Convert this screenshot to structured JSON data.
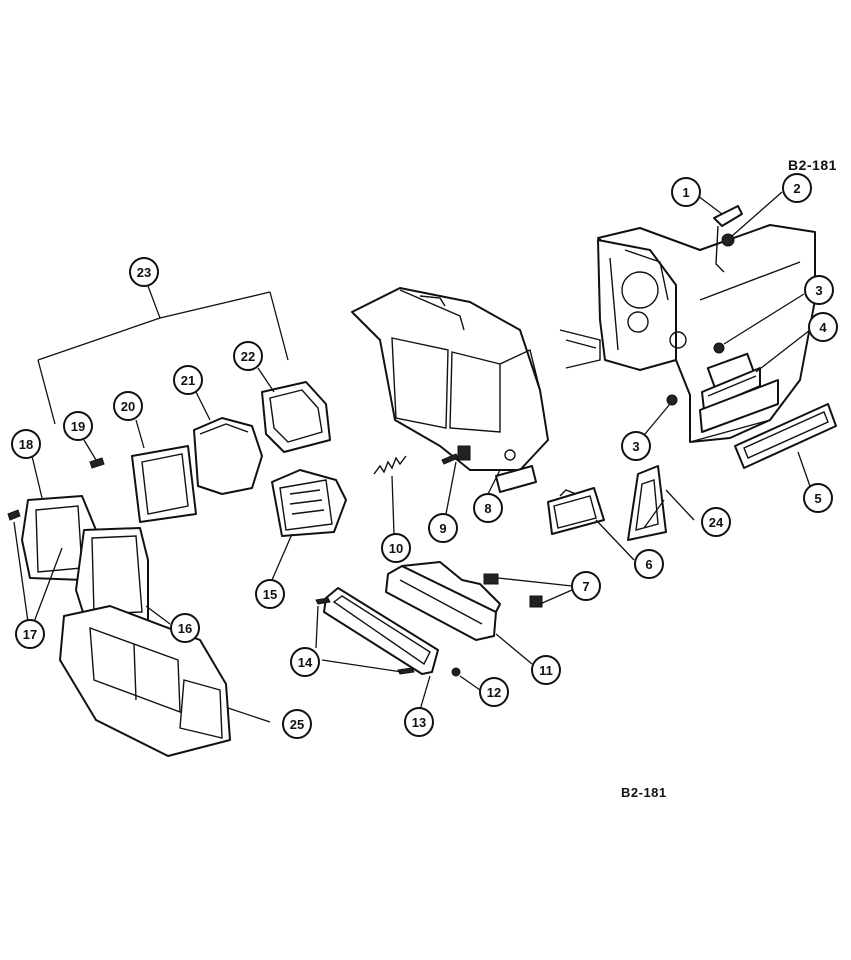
{
  "drawing_code_top": "B2-181",
  "drawing_code_bottom": "B2-181",
  "callouts": [
    {
      "id": "c1",
      "label": "1"
    },
    {
      "id": "c2",
      "label": "2"
    },
    {
      "id": "c3a",
      "label": "3"
    },
    {
      "id": "c4",
      "label": "4"
    },
    {
      "id": "c3b",
      "label": "3"
    },
    {
      "id": "c5",
      "label": "5"
    },
    {
      "id": "c6",
      "label": "6"
    },
    {
      "id": "c7",
      "label": "7"
    },
    {
      "id": "c8",
      "label": "8"
    },
    {
      "id": "c9",
      "label": "9"
    },
    {
      "id": "c10",
      "label": "10"
    },
    {
      "id": "c11",
      "label": "11"
    },
    {
      "id": "c12",
      "label": "12"
    },
    {
      "id": "c13",
      "label": "13"
    },
    {
      "id": "c14",
      "label": "14"
    },
    {
      "id": "c15",
      "label": "15"
    },
    {
      "id": "c16",
      "label": "16"
    },
    {
      "id": "c17",
      "label": "17"
    },
    {
      "id": "c18",
      "label": "18"
    },
    {
      "id": "c19",
      "label": "19"
    },
    {
      "id": "c20",
      "label": "20"
    },
    {
      "id": "c21",
      "label": "21"
    },
    {
      "id": "c22",
      "label": "22"
    },
    {
      "id": "c23",
      "label": "23"
    },
    {
      "id": "c24",
      "label": "24"
    },
    {
      "id": "c25",
      "label": "25"
    }
  ]
}
